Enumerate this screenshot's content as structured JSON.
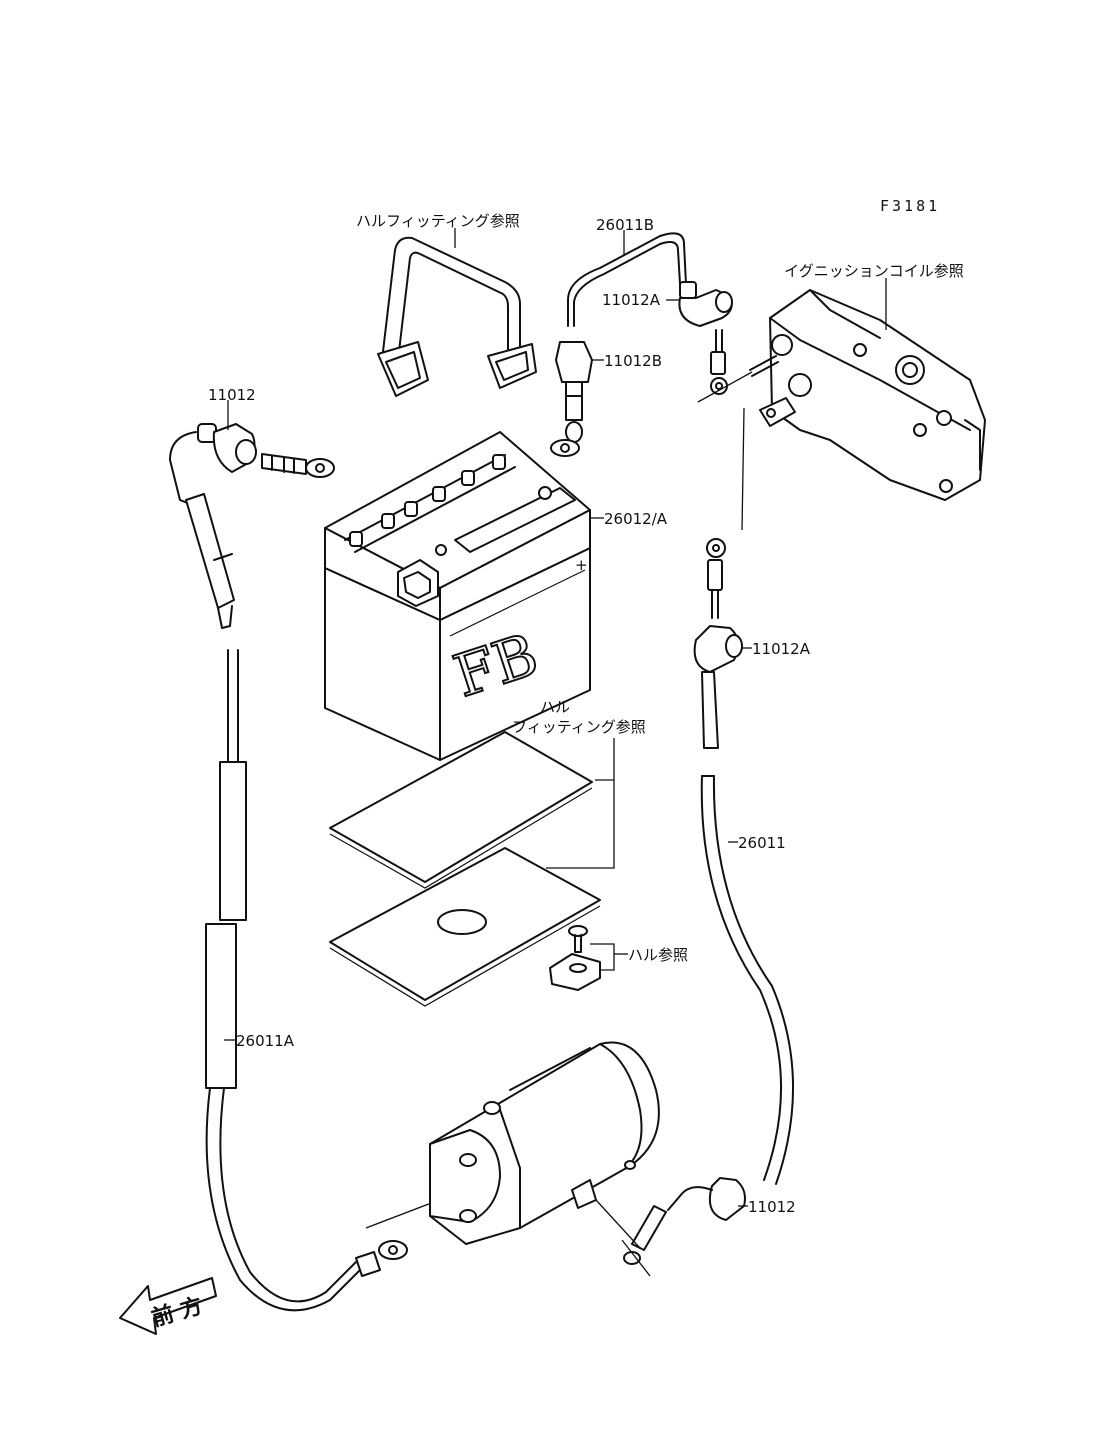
{
  "figure_code": "F3181",
  "labels": {
    "hull_fitting_top": "ハルフィッティング参照",
    "cable_26011B": "26011B",
    "cap_11012A_top": "11012A",
    "boot_11012B": "11012B",
    "ignition_coil_ref": "イグニッションコイル参照",
    "cap_11012_left": "11012",
    "battery_26012A": "26012/A",
    "hull_fitting_mid_line1": "ハル",
    "hull_fitting_mid_line2": "フィッティング参照",
    "cap_11012A_right": "11012A",
    "cable_26011": "26011",
    "hull_ref": "ハル参照",
    "cable_26011A": "26011A",
    "cap_11012_bottom": "11012",
    "front_arrow": "前 方",
    "battery_brand": "FB"
  }
}
